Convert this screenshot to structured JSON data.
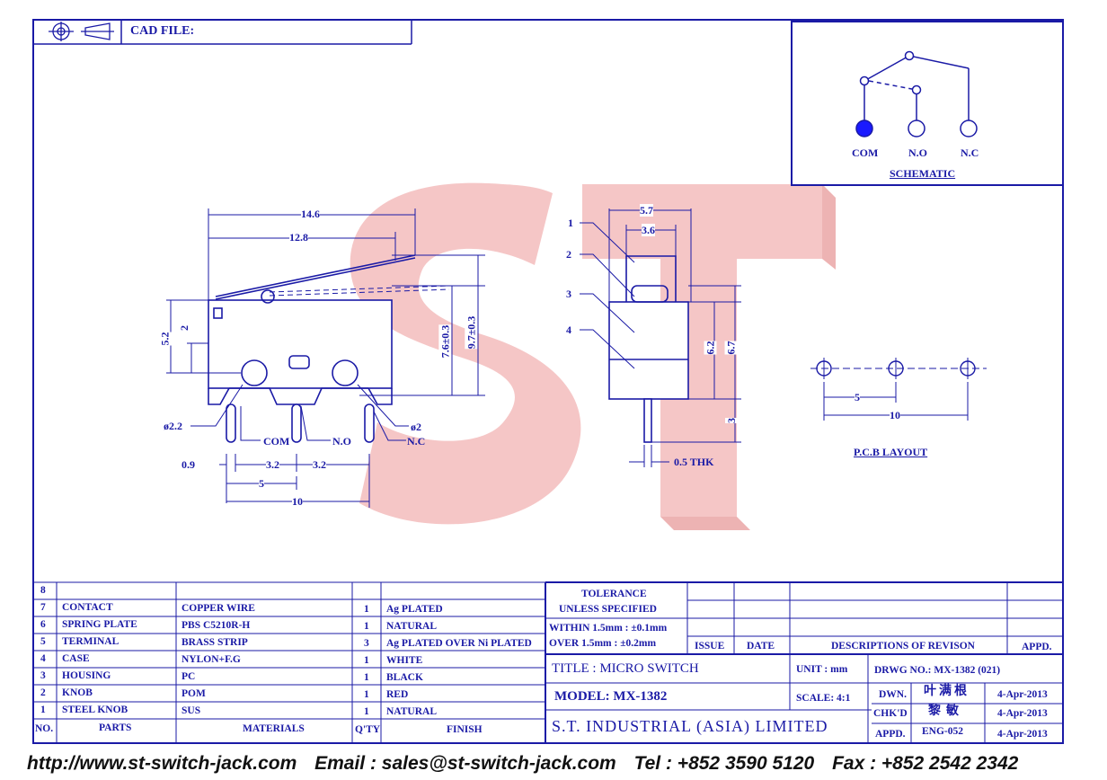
{
  "header": {
    "cad_label": "CAD FILE:"
  },
  "schematic": {
    "title": "SCHEMATIC",
    "com": "COM",
    "no": "N.O",
    "nc": "N.C"
  },
  "pcb": {
    "title": "P.C.B LAYOUT",
    "d1": "5",
    "d2": "10"
  },
  "front_view": {
    "dims": {
      "w1": "14.6",
      "w2": "12.8",
      "h1": "5.2",
      "h2": "2",
      "h3": "7.6±0.3",
      "h4": "9.7±0.3",
      "hole1": "ø2.2",
      "hole2": "ø2",
      "p1": "0.9",
      "p2": "3.2",
      "p3": "3.2",
      "p4": "5",
      "p5": "10"
    },
    "labels": {
      "com": "COM",
      "no": "N.O",
      "nc": "N.C"
    }
  },
  "side_view": {
    "dims": {
      "w1": "5.7",
      "w2": "3.6",
      "h1": "6.2",
      "h2": "6.7",
      "h3": "3",
      "thk": "0.5 THK"
    },
    "callouts": [
      "1",
      "2",
      "3",
      "4"
    ]
  },
  "watermark": "ST",
  "bom": {
    "rows": [
      {
        "no": "8",
        "part": "",
        "material": "",
        "qty": "",
        "finish": ""
      },
      {
        "no": "7",
        "part": "CONTACT",
        "material": "COPPER WIRE",
        "qty": "1",
        "finish": "Ag PLATED"
      },
      {
        "no": "6",
        "part": "SPRING PLATE",
        "material": "PBS C5210R-H",
        "qty": "1",
        "finish": "NATURAL"
      },
      {
        "no": "5",
        "part": "TERMINAL",
        "material": "BRASS STRIP",
        "qty": "3",
        "finish": "Ag PLATED OVER Ni PLATED"
      },
      {
        "no": "4",
        "part": "CASE",
        "material": "NYLON+F.G",
        "qty": "1",
        "finish": "WHITE"
      },
      {
        "no": "3",
        "part": "HOUSING",
        "material": "PC",
        "qty": "1",
        "finish": "BLACK"
      },
      {
        "no": "2",
        "part": "KNOB",
        "material": "POM",
        "qty": "1",
        "finish": "RED"
      },
      {
        "no": "1",
        "part": "STEEL KNOB",
        "material": "SUS",
        "qty": "1",
        "finish": "NATURAL"
      }
    ],
    "header": {
      "no": "NO.",
      "part": "PARTS",
      "material": "MATERIALS",
      "qty": "Q'TY",
      "finish": "FINISH"
    }
  },
  "tolerance": {
    "line1": "TOLERANCE",
    "line2": "UNLESS   SPECIFIED",
    "line3": "WITHIN  1.5mm : ±0.1mm",
    "line4": "OVER    1.5mm : ±0.2mm"
  },
  "revision": {
    "issue": "ISSUE",
    "date": "DATE",
    "desc": "DESCRIPTIONS  OF  REVISON",
    "appd": "APPD."
  },
  "title_block": {
    "title": "TITLE : MICRO SWITCH",
    "unit": "UNIT :   mm",
    "drwg": "DRWG NO.: MX-1382 (021)",
    "model": "MODEL: MX-1382",
    "scale": "SCALE:  4:1",
    "dwn_label": "DWN.",
    "dwn_name": "叶满根",
    "dwn_date": "4-Apr-2013",
    "chk_label": "CHK'D",
    "chk_name": "黎敏",
    "chk_date": "4-Apr-2013",
    "appd_label": "APPD.",
    "appd_name": "ENG-052",
    "appd_date": "4-Apr-2013",
    "company": "S.T.  INDUSTRIAL  (ASIA)  LIMITED"
  },
  "footer": {
    "url": "http://www.st-switch-jack.com",
    "email": "Email : sales@st-switch-jack.com",
    "tel": "Tel : +852 3590 5120",
    "fax": "Fax : +852 2542 2342"
  },
  "colors": {
    "line": "#1a1aa6",
    "watermark": "#f2b3b3",
    "com_dot": "#1a1aff"
  }
}
